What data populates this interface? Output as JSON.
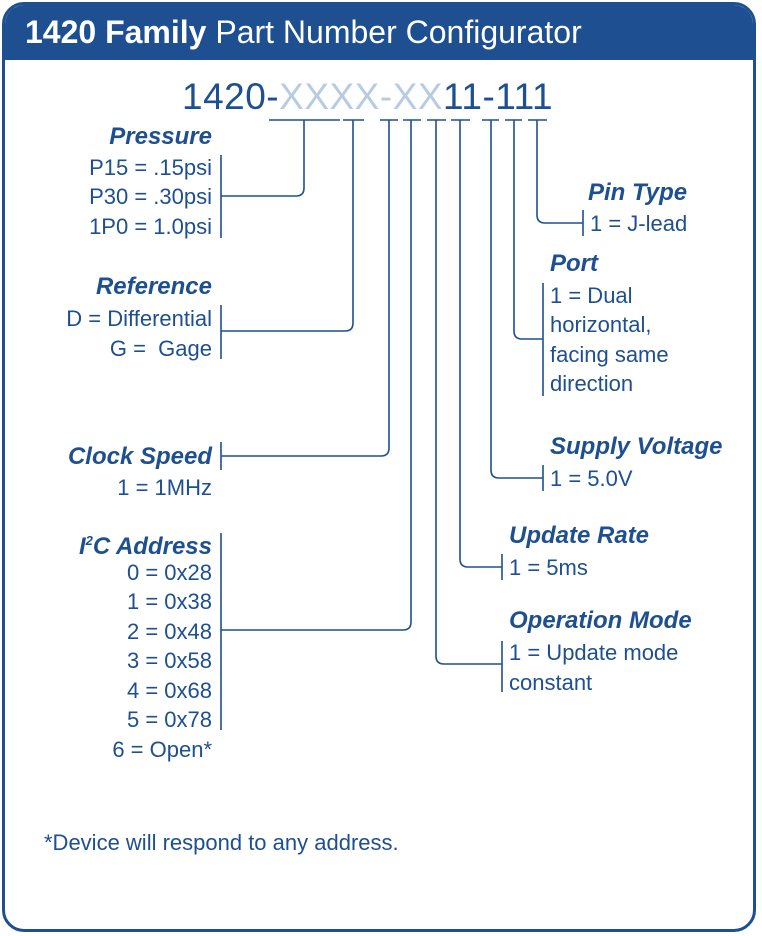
{
  "header": {
    "bold": "1420 Family",
    "light": "Part Number Configurator"
  },
  "part_number": {
    "prefix": "1420-",
    "placeholder_a": "XXXX",
    "dash_a": "-",
    "placeholder_b": "XX",
    "fixed": "11-111"
  },
  "pressure": {
    "title": "Pressure",
    "options": [
      "P15 = .15psi",
      "P30 = .30psi",
      "1P0 = 1.0psi"
    ]
  },
  "reference": {
    "title": "Reference",
    "options": [
      "D = Differential",
      "G =  Gage"
    ]
  },
  "clock_speed": {
    "title": "Clock Speed",
    "options": [
      "1 = 1MHz"
    ]
  },
  "i2c_address": {
    "title_main": "I",
    "title_sup": "2",
    "title_rest": "C Address",
    "options": [
      "0 = 0x28",
      "1 = 0x38",
      "2 = 0x48",
      "3 = 0x58",
      "4 = 0x68",
      "5 = 0x78",
      "6 = Open*"
    ]
  },
  "pin_type": {
    "title": "Pin Type",
    "options": [
      "1 = J-lead"
    ]
  },
  "port": {
    "title": "Port",
    "options": [
      "1 = Dual",
      "horizontal,",
      "facing same",
      "direction"
    ]
  },
  "supply_voltage": {
    "title": "Supply Voltage",
    "options": [
      "1 = 5.0V"
    ]
  },
  "update_rate": {
    "title": "Update Rate",
    "options": [
      "1 = 5ms"
    ]
  },
  "operation_mode": {
    "title": "Operation Mode",
    "options": [
      "1 = Update mode",
      "constant"
    ]
  },
  "footnote": "*Device will respond to any address.",
  "colors": {
    "brand": "#1d4f91",
    "placeholder": "#b7cbe3",
    "background": "#ffffff"
  }
}
